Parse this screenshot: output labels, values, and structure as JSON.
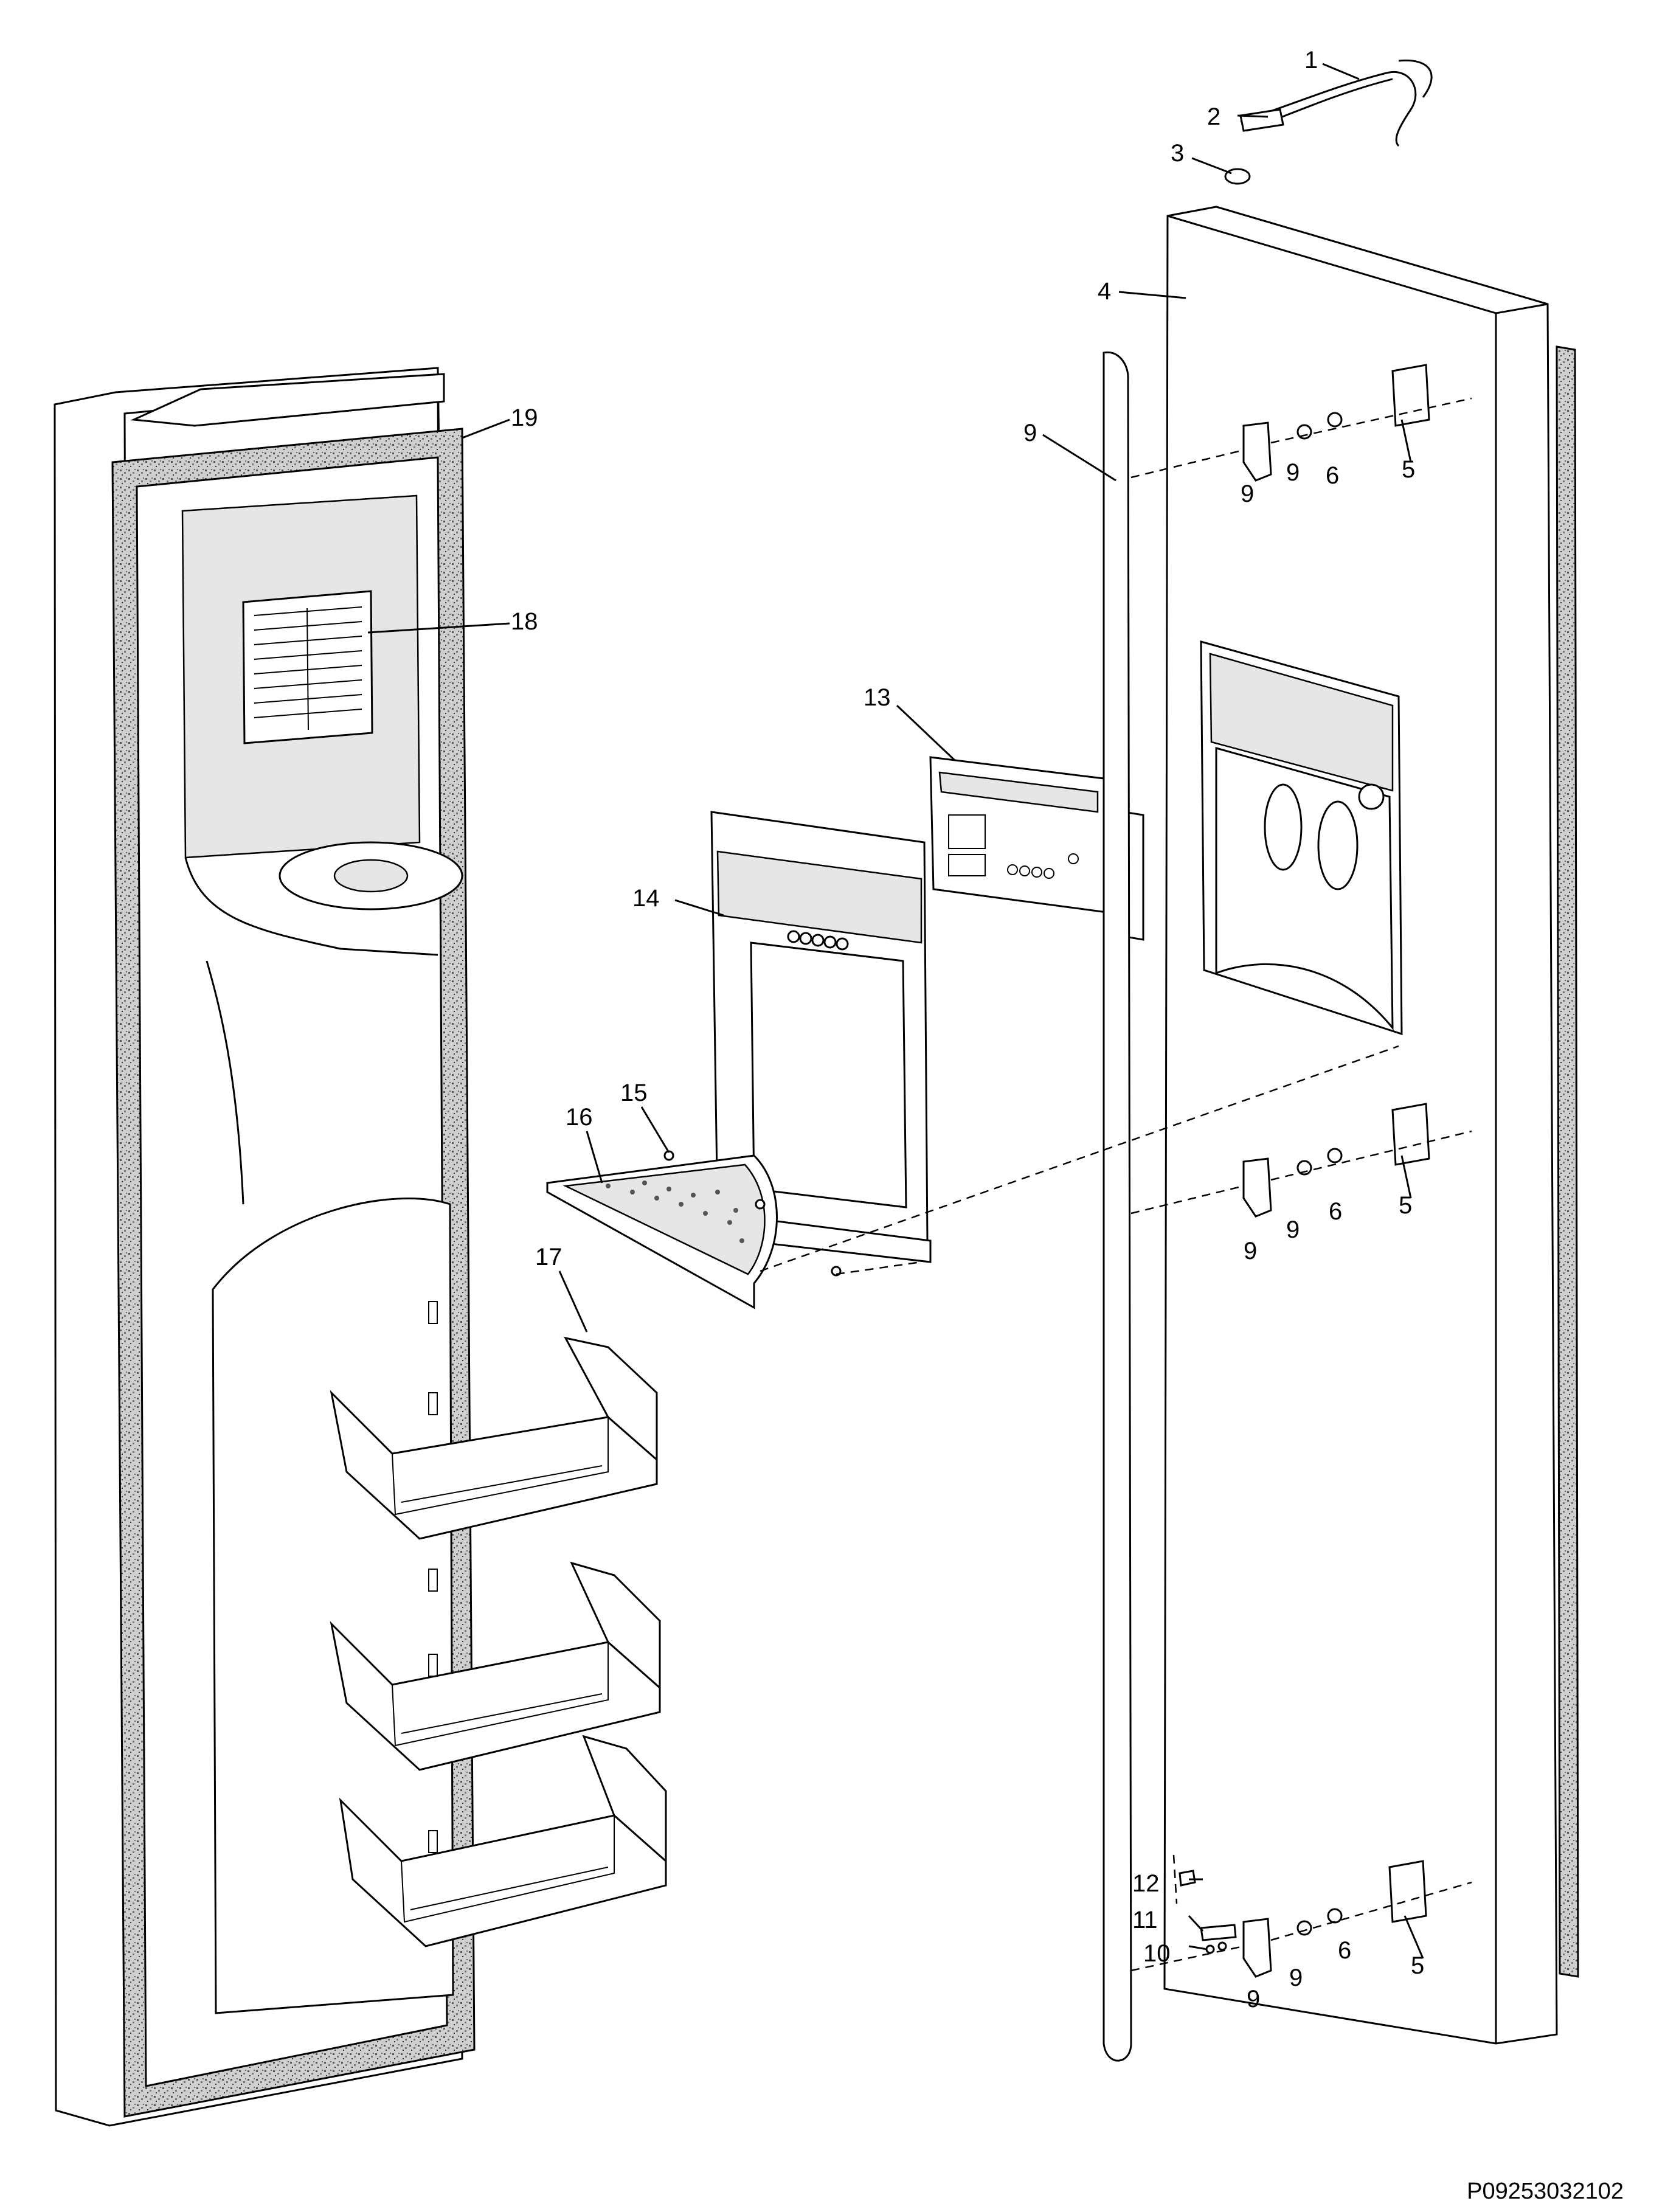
{
  "diagram": {
    "drawing_code": "P09253032102",
    "callouts": {
      "c1": "1",
      "c2": "2",
      "c3": "3",
      "c4": "4",
      "c5a": "5",
      "c5b": "5",
      "c5c": "5",
      "c6a": "6",
      "c6b": "6",
      "c6c": "6",
      "c9rod": "9",
      "c9a1": "9",
      "c9a2": "9",
      "c9b1": "9",
      "c9b2": "9",
      "c9c1": "9",
      "c9c2": "9",
      "c10": "10",
      "c11": "11",
      "c12": "12",
      "c13": "13",
      "c14": "14",
      "c15": "15",
      "c16": "16",
      "c17": "17",
      "c18": "18",
      "c19": "19"
    }
  }
}
